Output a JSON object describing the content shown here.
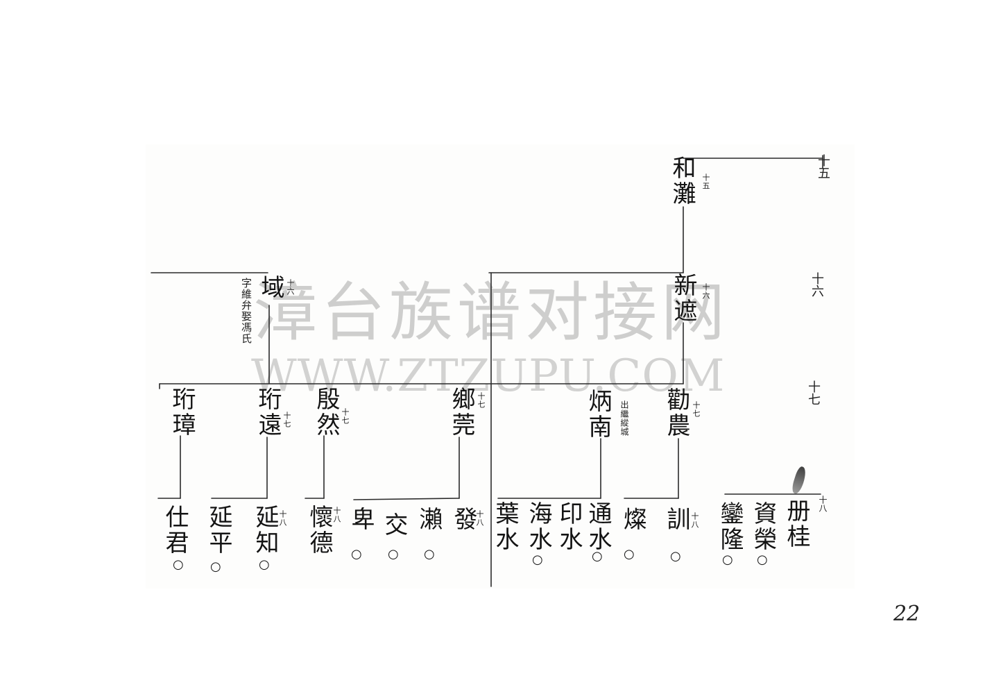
{
  "watermark": {
    "title": "漳台族谱对接网",
    "url": "WWW.ZTZUPU.COM"
  },
  "generation_markers": [
    "十五",
    "十六",
    "十七",
    "十八"
  ],
  "people": [
    {
      "name": "和灘",
      "gen": "十五"
    },
    {
      "name": "新遮",
      "gen": "十六"
    },
    {
      "name": "域",
      "gen": "十六",
      "note": "字維弁娶馮氏"
    },
    {
      "name": "珩璋"
    },
    {
      "name": "珩遠",
      "gen": "十七"
    },
    {
      "name": "殷然",
      "gen": "十七"
    },
    {
      "name": "鄉莞",
      "gen": "十七"
    },
    {
      "name": "炳南",
      "note": "出繼縱城"
    },
    {
      "name": "勸農",
      "gen": "十七"
    },
    {
      "name": "仕君",
      "mark": "○"
    },
    {
      "name": "延平",
      "mark": "○"
    },
    {
      "name": "延知",
      "gen": "十八",
      "mark": "○"
    },
    {
      "name": "懷德",
      "gen": "十八"
    },
    {
      "name": "卑",
      "mark": "○"
    },
    {
      "name": "交",
      "mark": "○"
    },
    {
      "name": "瀨",
      "mark": "○"
    },
    {
      "name": "發",
      "gen": "十八"
    },
    {
      "name": "葉水"
    },
    {
      "name": "海水",
      "mark": "○"
    },
    {
      "name": "印水"
    },
    {
      "name": "通水",
      "mark": "○"
    },
    {
      "name": "燦",
      "mark": "○"
    },
    {
      "name": "訓",
      "gen": "十八",
      "mark": "○"
    },
    {
      "name": "鑾隆",
      "mark": "○"
    },
    {
      "name": "資榮",
      "mark": "○"
    },
    {
      "name": "册桂"
    }
  ],
  "page_number": "22"
}
